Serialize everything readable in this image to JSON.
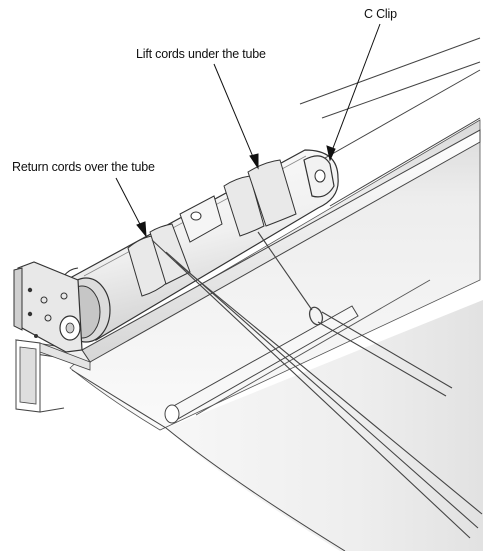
{
  "labels": {
    "c_clip": "C Clip",
    "lift_cords": "Lift cords under the tube",
    "return_cords": "Return cords over the tube"
  },
  "colors": {
    "line": "#333333",
    "fabric_light": "#f4f4f4",
    "fabric_shadow": "#dcdcdc",
    "tube_light": "#ffffff",
    "tube_shadow": "#cfcfcf"
  }
}
